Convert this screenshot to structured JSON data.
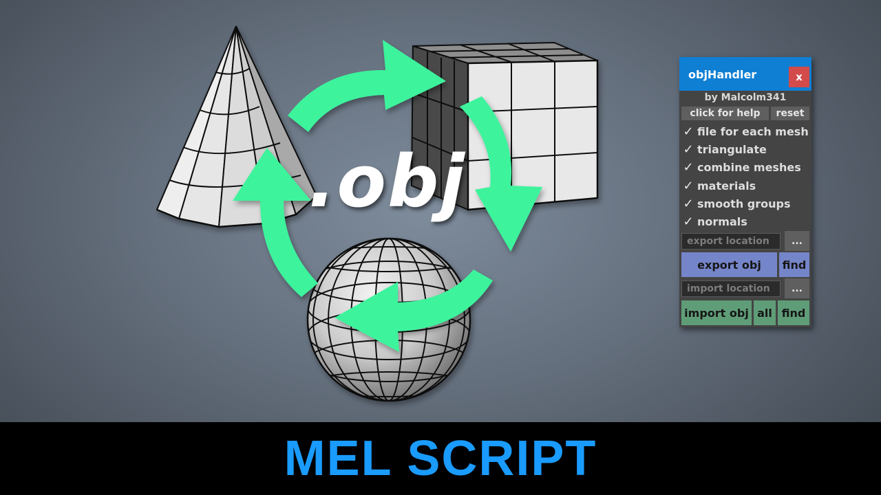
{
  "graphic": {
    "obj_label": ".obj"
  },
  "banner": {
    "title": "MEL SCRIPT",
    "color": "#1a9bff"
  },
  "panel": {
    "title": "objHandler",
    "close_label": "x",
    "byline": "by Malcolm341",
    "help_label": "click for help",
    "reset_label": "reset",
    "options": [
      {
        "label": "file for each mesh",
        "checked": true
      },
      {
        "label": "triangulate",
        "checked": true
      },
      {
        "label": "combine meshes",
        "checked": true
      },
      {
        "label": "materials",
        "checked": true
      },
      {
        "label": "smooth groups",
        "checked": true
      },
      {
        "label": "normals",
        "checked": true
      }
    ],
    "check_glyph": "✓",
    "export_location_placeholder": "export location",
    "import_location_placeholder": "import location",
    "browse_label": "...",
    "export_label": "export obj",
    "import_label": "import obj",
    "all_label": "all",
    "find_label": "find",
    "colors": {
      "header": "#0f7fd4",
      "close": "#d24a4a",
      "export": "#7585c9",
      "import": "#5f9d78",
      "arrows": "#3cf39c"
    }
  }
}
